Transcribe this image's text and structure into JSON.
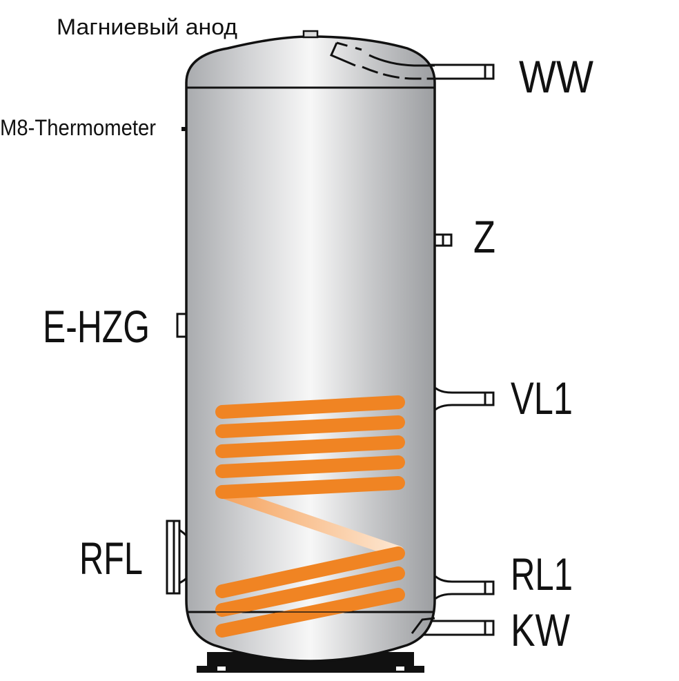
{
  "labels": {
    "anode": "Магниевый анод",
    "thermometer": "M8-Thermometer",
    "ww": "WW",
    "z": "Z",
    "ehzg": "E-HZG",
    "vl1": "VL1",
    "rfl": "RFL",
    "rl1": "RL1",
    "kw": "KW"
  },
  "colors": {
    "coil": "#f08423",
    "tank_light": "#f5f5f5",
    "tank_dark": "#9fa1a4"
  }
}
